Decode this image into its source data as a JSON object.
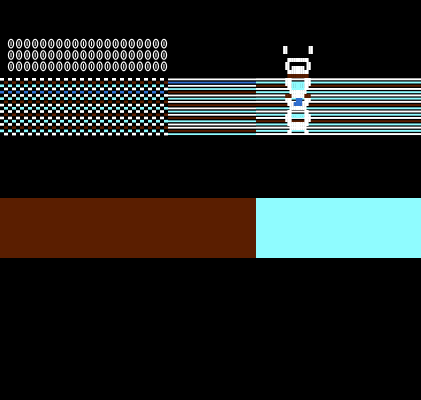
{
  "screen": {
    "background": "#000000"
  },
  "palette": {
    "brown": "#5a1e00",
    "cyan": "#8ffcff",
    "white": "#ffffff",
    "black": "#000000",
    "blue": "#2f6fd0"
  },
  "glyph_block": {
    "rows": 3,
    "columns": 20,
    "glyph_icon": "oval-glyph-icon"
  },
  "stripe_rows": {
    "count": 18,
    "left_pattern_icon": "checker-pattern-icon",
    "right_fill": "solid-stripes"
  },
  "sprite": {
    "icon": "garbled-character-sprite-icon"
  },
  "bands": [
    {
      "name": "brown-band",
      "color": "#5a1e00"
    },
    {
      "name": "cyan-band",
      "color": "#8ffcff"
    }
  ]
}
